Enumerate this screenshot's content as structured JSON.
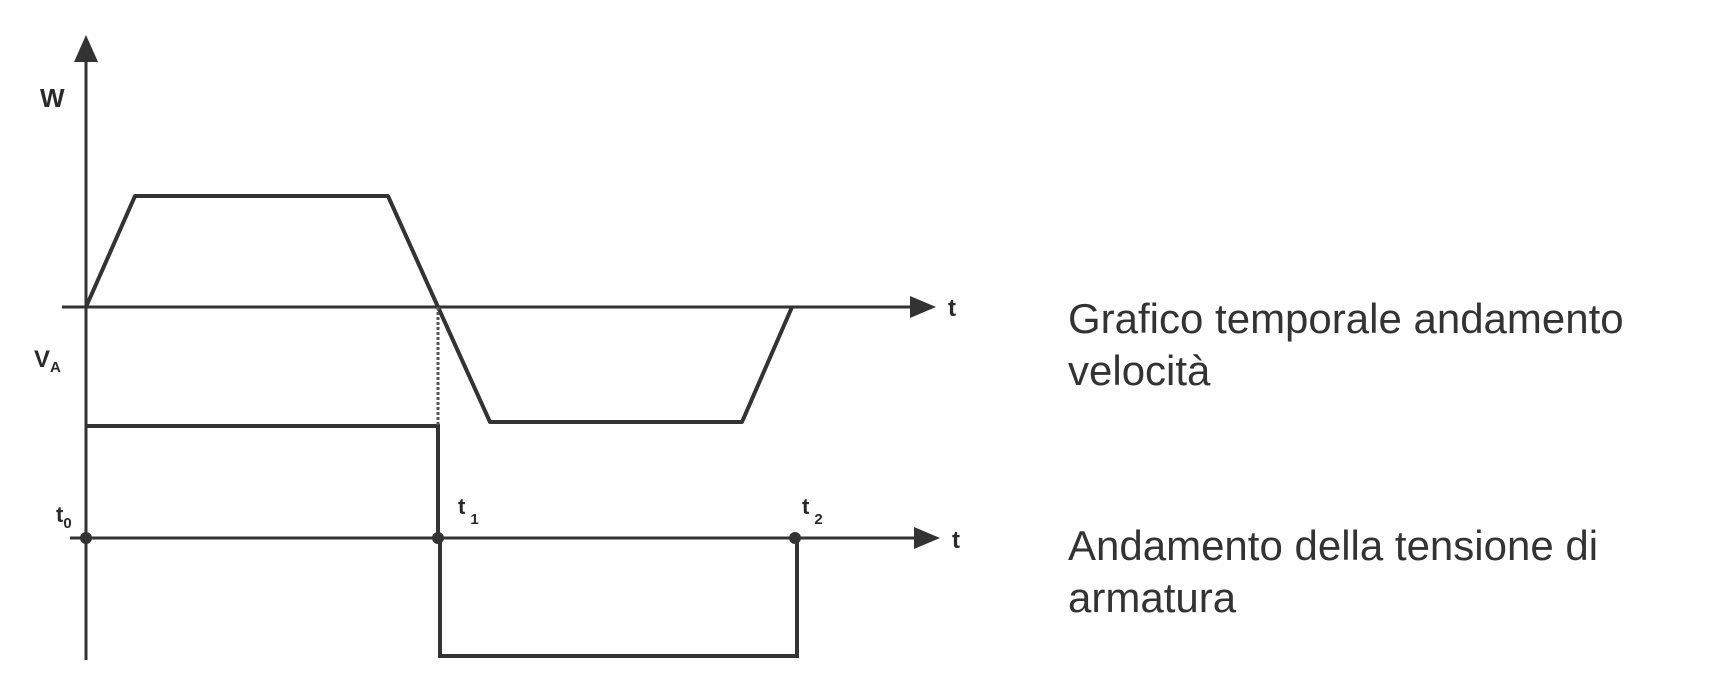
{
  "diagram": {
    "speed_axis_label": "W",
    "voltage_axis_label": "V",
    "voltage_axis_subscript": "A",
    "time_label_upper": "t",
    "time_label_lower": "t",
    "instants": [
      {
        "letter": "t",
        "sub": "0"
      },
      {
        "letter": "t",
        "sub": "1"
      },
      {
        "letter": "t",
        "sub": "2"
      }
    ]
  },
  "captions": {
    "velocity": "Grafico temporale andamento velocità",
    "voltage": "Andamento della tensione di armatura"
  },
  "colors": {
    "ink": "#333333",
    "background": "#fefefe"
  }
}
